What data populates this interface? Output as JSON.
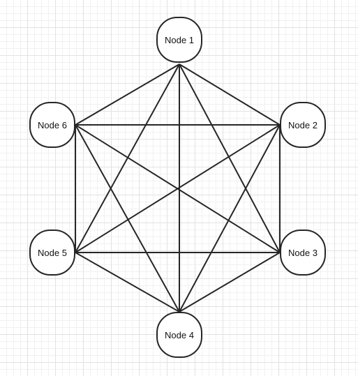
{
  "diagram": {
    "nodes": [
      {
        "id": "n1",
        "label": "Node 1"
      },
      {
        "id": "n2",
        "label": "Node 2"
      },
      {
        "id": "n3",
        "label": "Node 3"
      },
      {
        "id": "n4",
        "label": "Node 4"
      },
      {
        "id": "n5",
        "label": "Node 5"
      },
      {
        "id": "n6",
        "label": "Node 6"
      }
    ],
    "edges": [
      [
        "n1",
        "n2"
      ],
      [
        "n1",
        "n3"
      ],
      [
        "n1",
        "n4"
      ],
      [
        "n1",
        "n5"
      ],
      [
        "n1",
        "n6"
      ],
      [
        "n2",
        "n3"
      ],
      [
        "n2",
        "n4"
      ],
      [
        "n2",
        "n5"
      ],
      [
        "n2",
        "n6"
      ],
      [
        "n3",
        "n4"
      ],
      [
        "n3",
        "n5"
      ],
      [
        "n3",
        "n6"
      ],
      [
        "n4",
        "n5"
      ],
      [
        "n4",
        "n6"
      ],
      [
        "n5",
        "n6"
      ]
    ],
    "edge_color": "#262626",
    "node_border_color": "#262626",
    "grid_color": "#e2e2e2"
  }
}
